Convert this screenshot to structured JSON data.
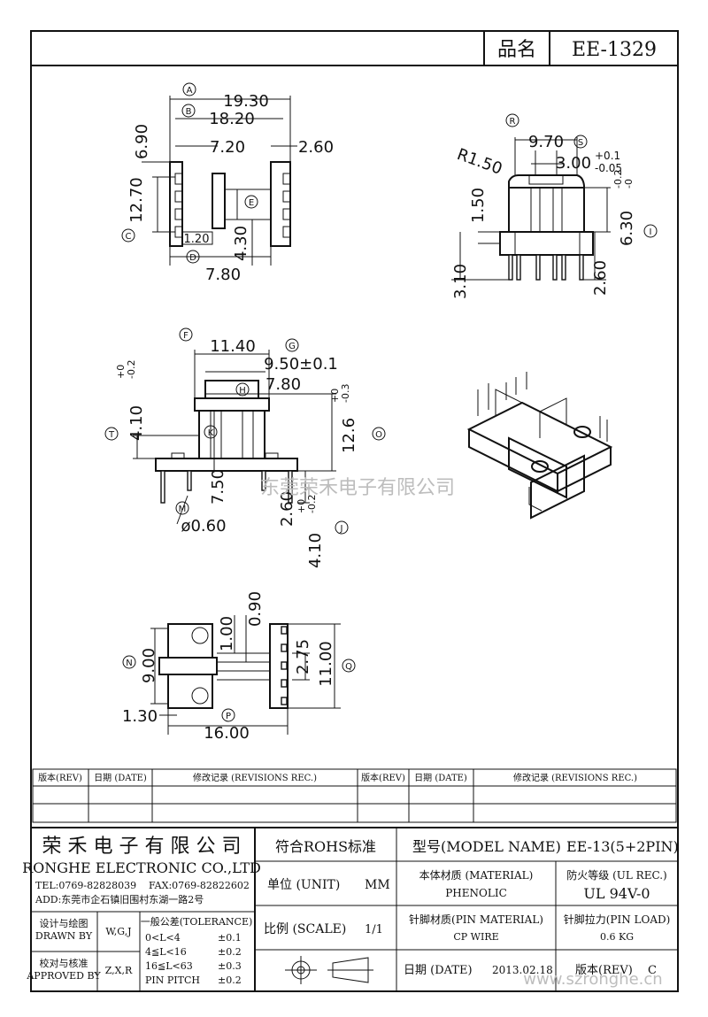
{
  "header": {
    "name_label": "品名",
    "part_number": "EE-1329"
  },
  "views": {
    "top": {
      "dims": [
        "19.30",
        "18.20",
        "7.20",
        "2.60",
        "6.90",
        "12.70",
        "4.30",
        "1.20",
        "7.80"
      ],
      "markers": [
        "A",
        "B",
        "C",
        "D",
        "E"
      ]
    },
    "side": {
      "dims": [
        "9.70",
        "3.00",
        "+0.1",
        "-0.05",
        "R1.50",
        "1.50",
        "6.30",
        "-0.2",
        "-0",
        "3.10",
        "2.60"
      ],
      "markers": [
        "R",
        "S",
        "I"
      ]
    },
    "front": {
      "dims": [
        "11.40",
        "9.50±0.1",
        "7.80",
        "4.10",
        "+0",
        "-0.2",
        "12.6",
        "+0",
        "-0.3",
        "7.50",
        "ø0.60",
        "2.60",
        "4.10",
        "+0",
        "-0.2"
      ],
      "markers": [
        "F",
        "G",
        "H",
        "K",
        "T",
        "O",
        "M",
        "J"
      ]
    },
    "bottom": {
      "dims": [
        "0.90",
        "1.00",
        "2.75",
        "9.00",
        "11.00",
        "1.30",
        "16.00"
      ],
      "markers": [
        "N",
        "P",
        "Q"
      ]
    }
  },
  "watermark": "东莞荣禾电子有限公司",
  "revisions": {
    "headers": [
      "版本(REV)",
      "日期 (DATE)",
      "修改记录 (REVISIONS REC.)",
      "版本(REV)",
      "日期 (DATE)",
      "修改记录 (REVISIONS REC.)"
    ]
  },
  "company": {
    "name_cn": "荣 禾 电 子 有 限 公 司",
    "name_en": "RONGHE ELECTRONIC CO.,LTD",
    "tel": "TEL:0769-82828039",
    "fax": "FAX:0769-82822602",
    "address": "ADD:东莞市企石镇旧围村东湖一路2号"
  },
  "signoff": {
    "design_label": "设计与绘图",
    "drawn_by_label": "DRAWN BY",
    "drawn_by": "W,G,J",
    "check_label": "校对与核准",
    "approved_by_label": "APPROVED BY",
    "approved_by": "Z,X,R"
  },
  "tolerance": {
    "title": "一般公差(TOLERANCE)",
    "rows": [
      {
        "range": "0<L<4",
        "value": "±0.1"
      },
      {
        "range": "4≦L<16",
        "value": "±0.2"
      },
      {
        "range": "16≦L<63",
        "value": "±0.3"
      },
      {
        "range": "PIN PITCH",
        "value": "±0.2"
      }
    ]
  },
  "meta": {
    "rohs": "符合ROHS标准",
    "unit_label": "单位 (UNIT)",
    "unit_value": "MM",
    "scale_label": "比例 (SCALE)",
    "scale_value": "1/1",
    "model_label": "型号(MODEL NAME)",
    "model_value": "EE-13(5+2PIN)",
    "material_label": "本体材质 (MATERIAL)",
    "material_value": "PHENOLIC",
    "fire_label": "防火等级 (UL REC.)",
    "fire_value": "UL 94V-0",
    "pin_material_label": "针脚材质(PIN MATERIAL)",
    "pin_material_value": "CP WIRE",
    "pin_load_label": "针脚拉力(PIN LOAD)",
    "pin_load_value": "0.6 KG",
    "date_label": "日期 (DATE)",
    "date_value": "2013.02.18",
    "rev_label": "版本(REV)",
    "rev_value": "C",
    "website": "www.szronghe.cn"
  }
}
